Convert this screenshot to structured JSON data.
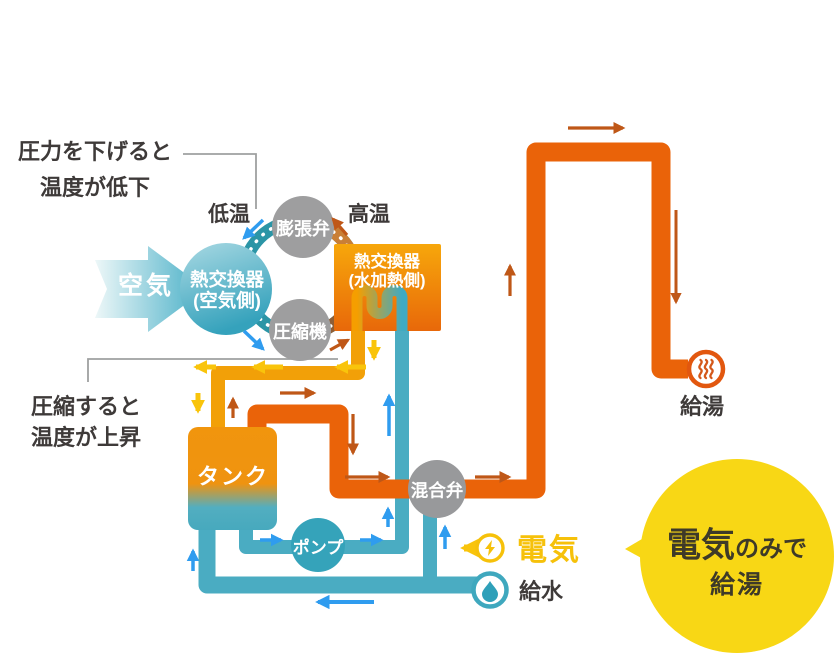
{
  "diagram": {
    "title_hint": "heat-pump water heater flow diagram",
    "annotations": {
      "pressure_drop": {
        "line1": "圧力を下げると",
        "line2": "温度が低下"
      },
      "compression": {
        "line1": "圧縮すると",
        "line2": "温度が上昇"
      }
    },
    "temps": {
      "low": "低温",
      "high": "高温"
    },
    "air_label": "空気",
    "nodes": {
      "air_heat_exchanger": {
        "line1": "熱交換器",
        "line2": "(空気側)"
      },
      "expansion_valve": "膨張弁",
      "compressor": "圧縮機",
      "water_heat_exchanger": {
        "line1": "熱交換器",
        "line2": "(水加熱側)"
      },
      "tank": "タンク",
      "pump": "ポンプ",
      "mixing_valve": "混合弁"
    },
    "endpoints": {
      "hot_water": "給湯",
      "water_supply": "給水",
      "electricity": "電気"
    },
    "callout": {
      "em": "電気",
      "rest": "のみで",
      "line2": "給湯"
    },
    "icons": [
      "hot-spring-steam-icon",
      "lightning-icon",
      "water-drop-icon"
    ],
    "colors": {
      "hot_pipe": "#EA6309",
      "warm_pipe": "#F2A008",
      "cold_pipe": "#4AACC2",
      "yellow_accent": "#F6C10A",
      "callout_bg": "#F8D715",
      "gray_node": "#9E9E9F",
      "blue_arrow": "#2F9CEF",
      "dark_orange_arrow": "#BF5717"
    }
  }
}
